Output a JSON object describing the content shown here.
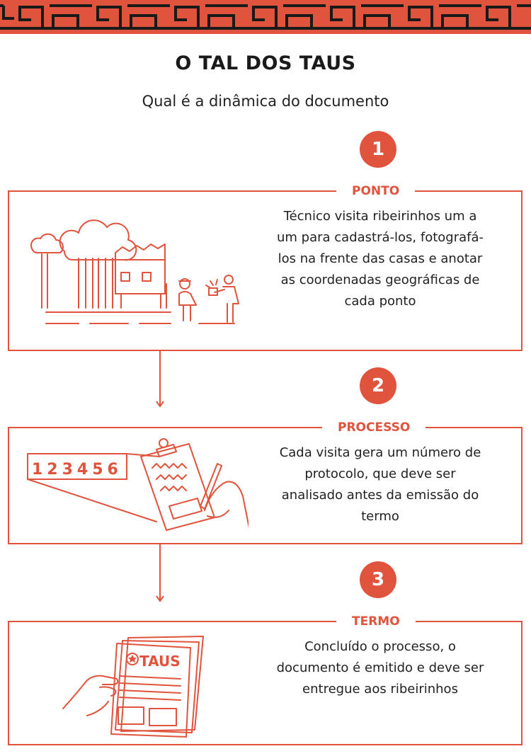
{
  "header": {
    "title": "O TAL DOS TAUS",
    "subtitle": "Qual é a dinâmica do documento"
  },
  "colors": {
    "accent": "#e0533d",
    "text": "#222222",
    "background": "#ffffff"
  },
  "steps": [
    {
      "number": "1",
      "label": "PONTO",
      "text": "Técnico visita ribeirinhos um a um para cadastrá-los, fotografá-los na frente das casas e anotar as coordenadas geográficas de cada ponto",
      "icon": "riverside-house-visit-illustration"
    },
    {
      "number": "2",
      "label": "PROCESSO",
      "text": "Cada visita gera um número de protocolo, que deve ser analisado antes da emissão do termo",
      "icon": "protocol-clipboard-illustration",
      "protocol_number": "123456"
    },
    {
      "number": "3",
      "label": "TERMO",
      "text": "Concluído o processo, o documento é emitido e deve ser entregue aos ribeirinhos",
      "icon": "taus-document-illustration",
      "document_brand": "TAUS"
    }
  ]
}
